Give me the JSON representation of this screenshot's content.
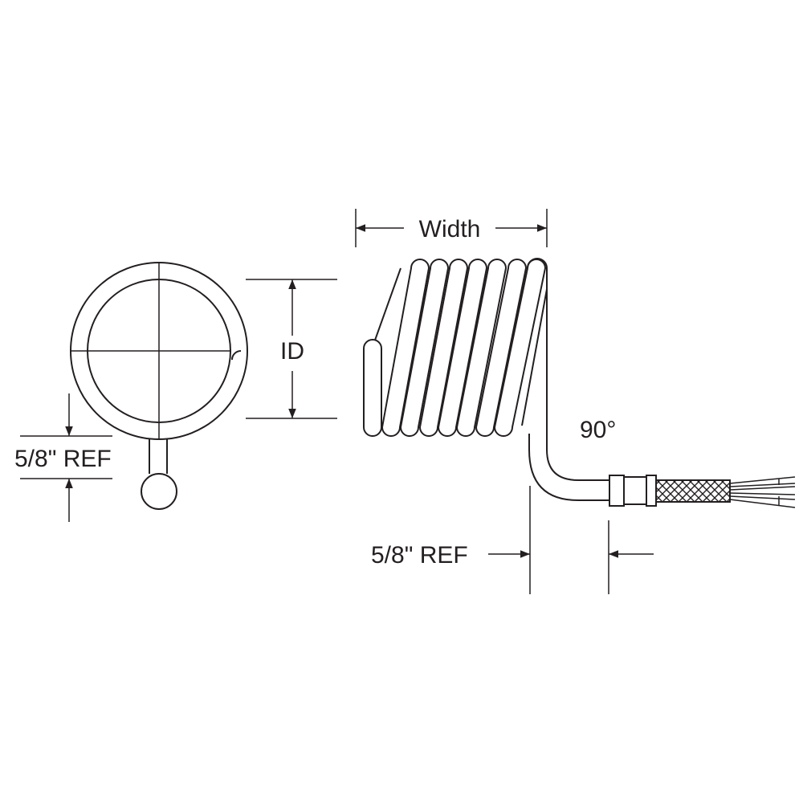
{
  "labels": {
    "width": "Width",
    "id": "ID",
    "angle": "90°",
    "ref_left": "5/8\" REF",
    "ref_bottom": "5/8\" REF"
  },
  "colors": {
    "line": "#231f20",
    "background": "#ffffff"
  }
}
